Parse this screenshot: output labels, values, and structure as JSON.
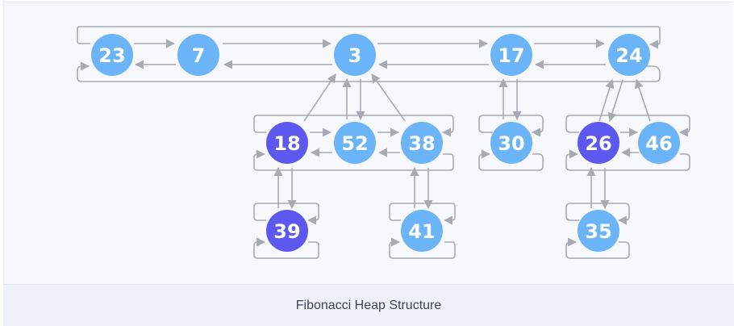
{
  "caption": "Fibonacci Heap Structure",
  "colors": {
    "node_default": "#6cb4f8",
    "node_marked": "#5c58f0",
    "edge": "#a6abb3",
    "label": "#ffffff"
  },
  "nodes": [
    {
      "id": "n23",
      "label": "23",
      "marked": false
    },
    {
      "id": "n7",
      "label": "7",
      "marked": false
    },
    {
      "id": "n3",
      "label": "3",
      "marked": false
    },
    {
      "id": "n17",
      "label": "17",
      "marked": false
    },
    {
      "id": "n24",
      "label": "24",
      "marked": false
    },
    {
      "id": "n18",
      "label": "18",
      "marked": true
    },
    {
      "id": "n52",
      "label": "52",
      "marked": false
    },
    {
      "id": "n38",
      "label": "38",
      "marked": false
    },
    {
      "id": "n30",
      "label": "30",
      "marked": false
    },
    {
      "id": "n26",
      "label": "26",
      "marked": true
    },
    {
      "id": "n46",
      "label": "46",
      "marked": false
    },
    {
      "id": "n39",
      "label": "39",
      "marked": true
    },
    {
      "id": "n41",
      "label": "41",
      "marked": false
    },
    {
      "id": "n35",
      "label": "35",
      "marked": false
    }
  ]
}
